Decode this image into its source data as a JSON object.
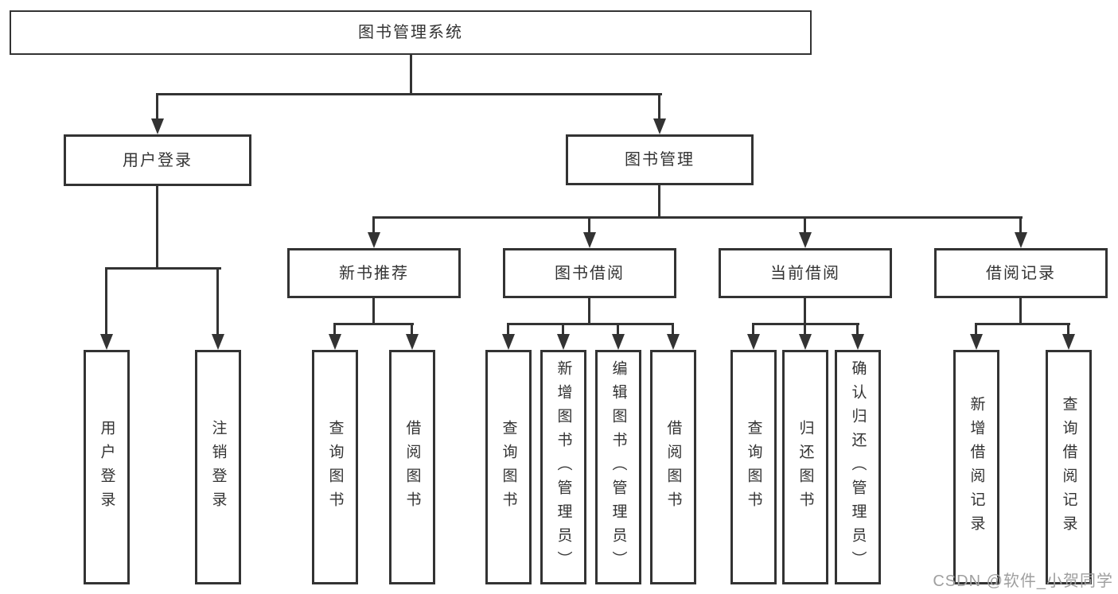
{
  "diagram": {
    "root": {
      "label": "图书管理系统"
    },
    "branches": [
      {
        "label": "用户登录",
        "children": [
          {
            "label": "用户登录"
          },
          {
            "label": "注销登录"
          }
        ]
      },
      {
        "label": "图书管理",
        "children": [
          {
            "label": "新书推荐",
            "children": [
              {
                "label": "查询图书"
              },
              {
                "label": "借阅图书"
              }
            ]
          },
          {
            "label": "图书借阅",
            "children": [
              {
                "label": "查询图书"
              },
              {
                "label": "新增图书（管理员）"
              },
              {
                "label": "编辑图书（管理员）"
              },
              {
                "label": "借阅图书"
              }
            ]
          },
          {
            "label": "当前借阅",
            "children": [
              {
                "label": "查询图书"
              },
              {
                "label": "归还图书"
              },
              {
                "label": "确认归还（管理员）"
              }
            ]
          },
          {
            "label": "借阅记录",
            "children": [
              {
                "label": "新增借阅记录"
              },
              {
                "label": "查询借阅记录"
              }
            ]
          }
        ]
      }
    ]
  },
  "watermark": {
    "text": "CSDN @软件_小贺同学"
  },
  "colors": {
    "line": "#333333",
    "text": "#333333",
    "watermark": "#9f9f9f",
    "background": "#ffffff"
  }
}
